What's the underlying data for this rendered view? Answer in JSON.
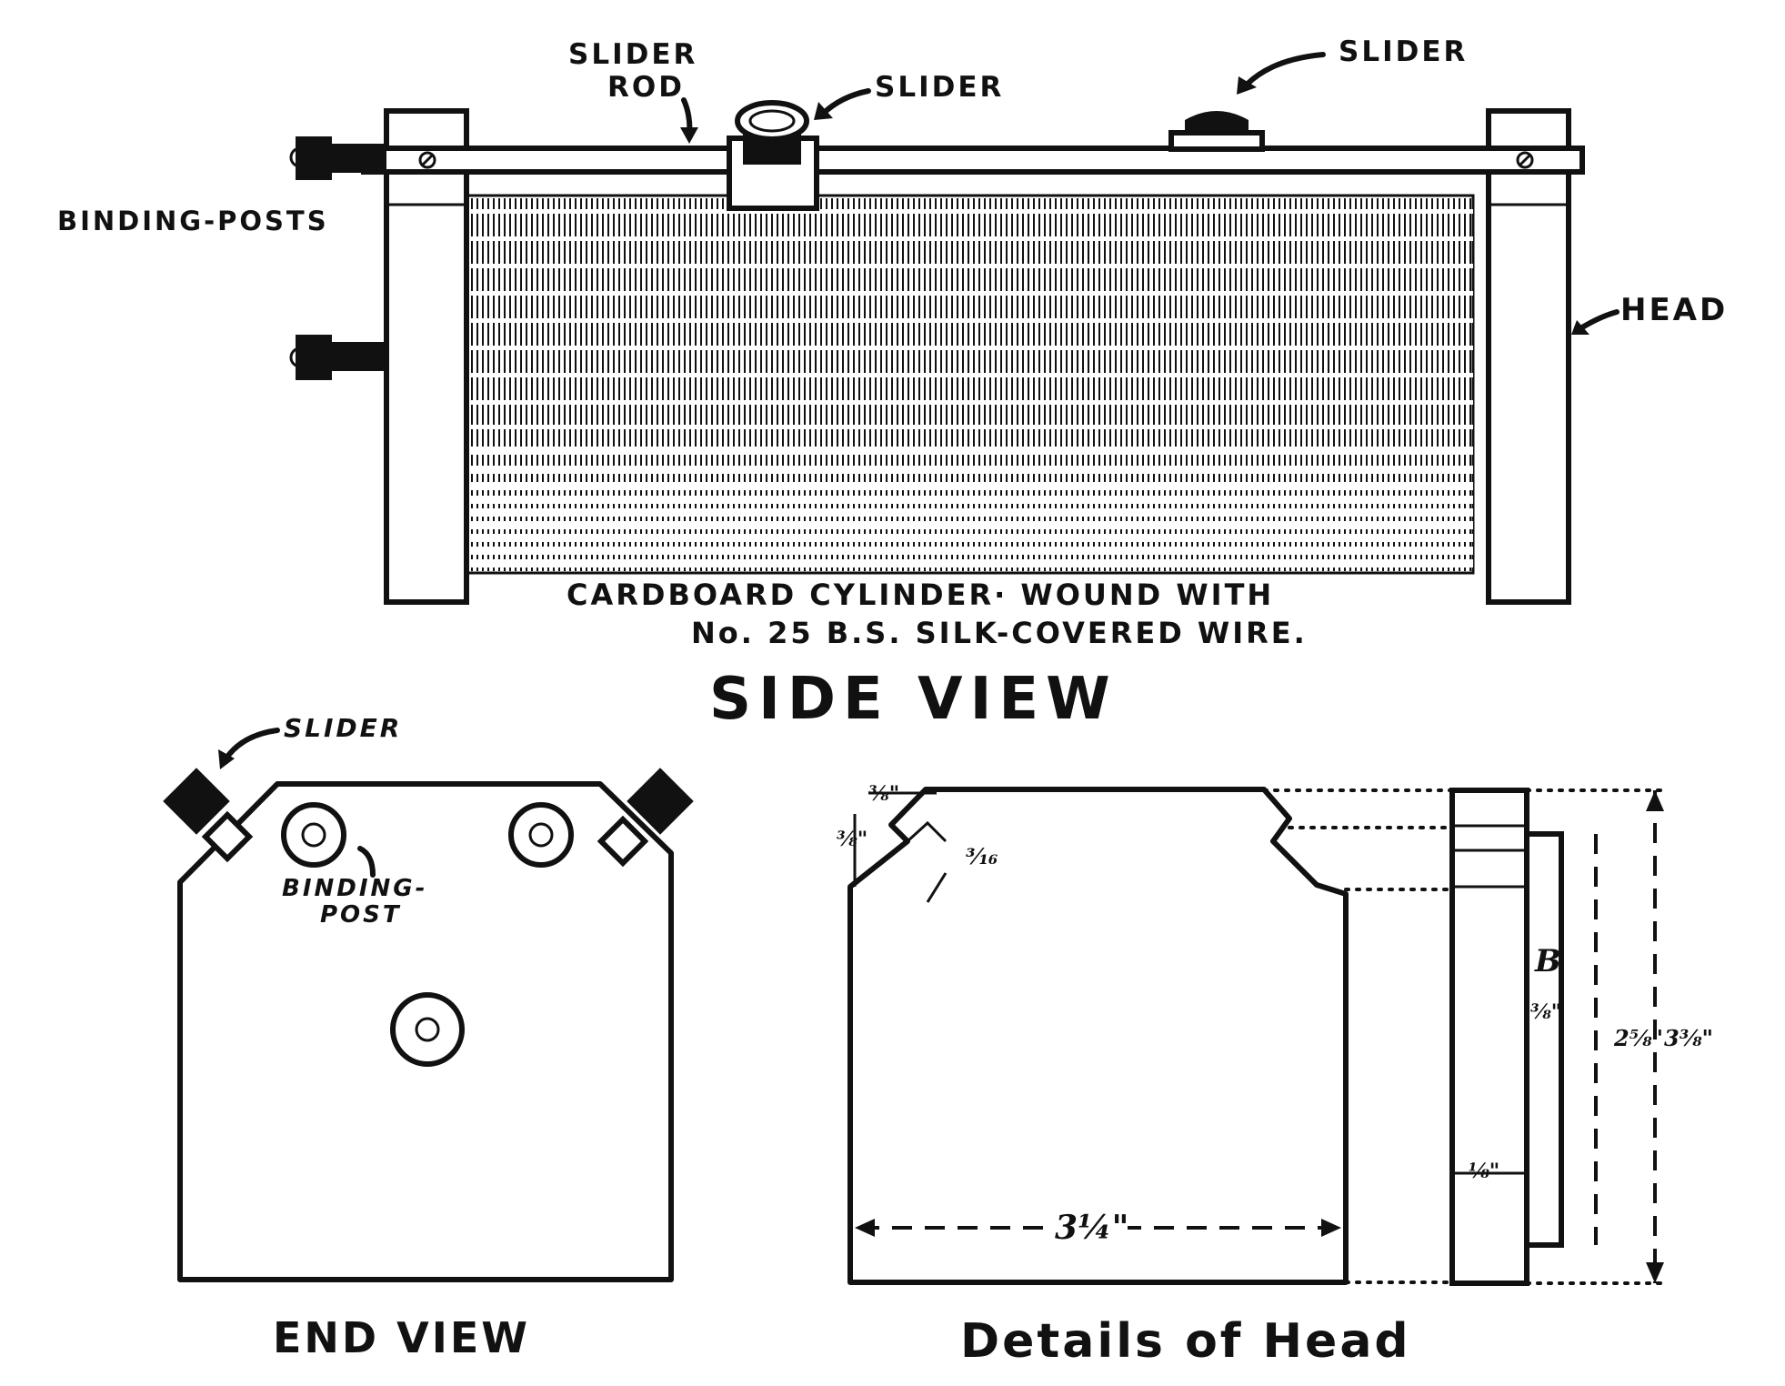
{
  "side_view": {
    "title": "SIDE VIEW",
    "labels": {
      "slider_rod": [
        "SLIDER",
        "ROD"
      ],
      "slider_middle": "SLIDER",
      "slider_right": "SLIDER",
      "binding_posts": "BINDING-POSTS",
      "head": "HEAD"
    },
    "caption": [
      "CARDBOARD CYLINDER· WOUND  WITH",
      "No. 25  B.S.  SILK-COVERED  WIRE."
    ]
  },
  "end_view": {
    "title": "END VIEW",
    "labels": {
      "slider": "SLIDER",
      "binding_post": [
        "BINDING-",
        "POST"
      ]
    }
  },
  "head_details": {
    "title": "Details of Head",
    "dimensions": {
      "width": "3¼\"",
      "notch_depth": "⅜\"",
      "notch_width": "³⁄₁₆",
      "notch_spacing": "⅜\"",
      "rabbet": "⅜\"",
      "thickness": "⅛\"",
      "inner_height": "2⅝\"",
      "total_height": "3⅜\""
    },
    "part_label": "B"
  },
  "colors": {
    "ink": "#111111",
    "paper": "#ffffff"
  }
}
